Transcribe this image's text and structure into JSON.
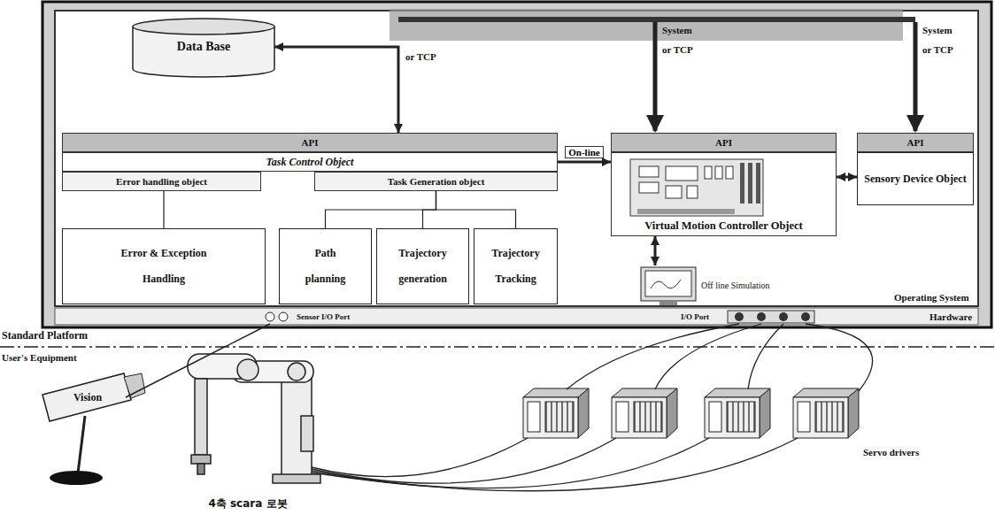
{
  "diagram": {
    "nodes": [
      {
        "text": [
          "Standard Platform"
        ]
      },
      {
        "text": [
          "Data Base"
        ],
        "in": 0
      },
      {
        "text": [
          "API"
        ],
        "in": 0
      },
      {
        "text": [
          "Task Control Object"
        ],
        "in": 0
      },
      {
        "text": [
          "Error handling object"
        ],
        "in": 0
      },
      {
        "text": [
          "Task Generation object"
        ],
        "in": 0
      },
      {
        "text": [
          "Error & Exception Handling"
        ],
        "in": 0
      },
      {
        "text": [
          "Path planning"
        ],
        "in": 0
      },
      {
        "text": [
          "Trajectory generation"
        ],
        "in": 0
      },
      {
        "text": [
          "Trajectory Tracking"
        ],
        "in": 0
      },
      {
        "text": [
          "API"
        ],
        "in": 0
      },
      {
        "text": [
          "Virtual Motion Controller Object"
        ],
        "in": 0
      },
      {
        "text": [
          "API"
        ],
        "in": 0
      },
      {
        "text": [
          "Sensory Device Object"
        ],
        "in": 0
      },
      {
        "text": [
          "Off line Simulation"
        ],
        "in": 0
      },
      {
        "text": [
          "Sensor I/O Port"
        ],
        "in": 0
      },
      {
        "text": [
          "I/O Port"
        ],
        "in": 0
      },
      {
        "text": [
          "Vision"
        ]
      },
      {
        "text": [
          "4축 scara 로봇"
        ]
      }
    ],
    "edges": [
      {
        "from": 1,
        "to": 2,
        "arrow": "both"
      },
      {
        "from": 3,
        "to": 11,
        "label": "On-line",
        "arrow": "to"
      },
      {
        "from": 11,
        "to": 13,
        "arrow": "both"
      },
      {
        "from": 11,
        "to": 14,
        "arrow": "both"
      },
      {
        "from": 4,
        "to": 6,
        "arrow": "none"
      },
      {
        "from": 5,
        "to": 7,
        "arrow": "none"
      },
      {
        "from": 5,
        "to": 8,
        "arrow": "none"
      },
      {
        "from": 5,
        "to": 9,
        "arrow": "none"
      },
      {
        "from": 15,
        "to": 17,
        "arrow": "none"
      }
    ],
    "labels": [
      "or TCP",
      "System",
      "or TCP",
      "System",
      "or TCP",
      "Operating System",
      "Hardware",
      "User's Equipment",
      "Servo drivers"
    ]
  }
}
